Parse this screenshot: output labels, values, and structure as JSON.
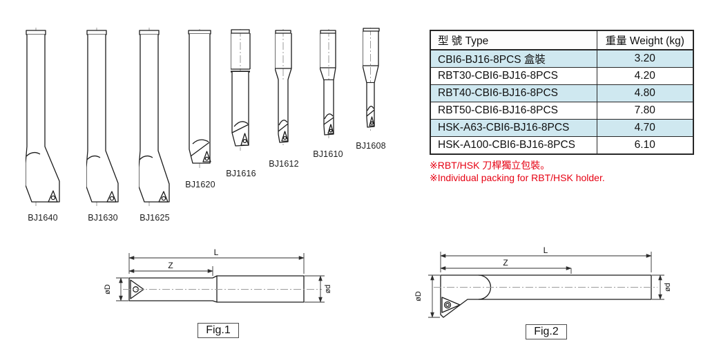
{
  "colors": {
    "highlight_row": "#cfe8f0",
    "note_red": "#e60012",
    "line": "#1b1b1b"
  },
  "tools": [
    {
      "label": "BJ1640"
    },
    {
      "label": "BJ1630"
    },
    {
      "label": "BJ1625"
    },
    {
      "label": "BJ1620"
    },
    {
      "label": "BJ1616"
    },
    {
      "label": "BJ1612"
    },
    {
      "label": "BJ1610"
    },
    {
      "label": "BJ1608"
    }
  ],
  "table": {
    "header": {
      "type": "型 號 Type",
      "weight": "重量 Weight (kg)"
    },
    "rows": [
      {
        "model": "CBI6-BJ16-8PCS 盒裝",
        "weight": "3.20"
      },
      {
        "model": "RBT30-CBI6-BJ16-8PCS",
        "weight": "4.20"
      },
      {
        "model": "RBT40-CBI6-BJ16-8PCS",
        "weight": "4.80"
      },
      {
        "model": "RBT50-CBI6-BJ16-8PCS",
        "weight": "7.80"
      },
      {
        "model": "HSK-A63-CBI6-BJ16-8PCS",
        "weight": "4.70"
      },
      {
        "model": "HSK-A100-CBI6-BJ16-8PCS",
        "weight": "6.10"
      }
    ]
  },
  "notes": {
    "line1": "※RBT/HSK 刀桿獨立包裝。",
    "line2": "※Individual packing for RBT/HSK holder."
  },
  "figures": {
    "dim_labels": {
      "overall_length": "L",
      "step_length": "Z",
      "cutting_diameter": "øD",
      "shank_diameter": "ød"
    },
    "fig1_caption": "Fig.1",
    "fig2_caption": "Fig.2"
  }
}
